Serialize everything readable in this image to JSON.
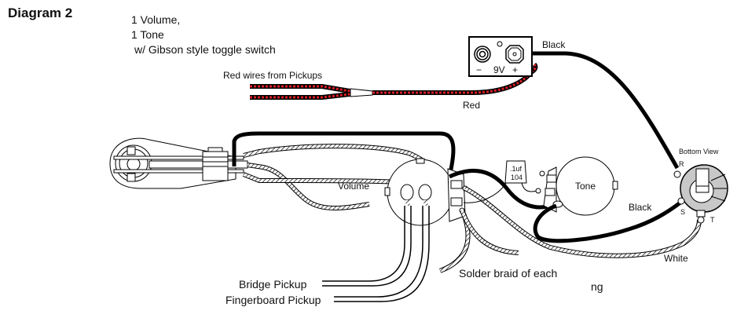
{
  "diagram": {
    "title": "Diagram 2",
    "subtitle_lines": [
      "1 Volume,",
      "1 Tone",
      "w/ Gibson style toggle switch"
    ],
    "labels": {
      "red_wires_from_pickups": "Red wires from Pickups",
      "red": "Red",
      "black_battery": "Black",
      "battery_minus": "−",
      "battery_voltage": "9V",
      "battery_plus": "+",
      "volume": "Volume",
      "tone": "Tone",
      "capacitor_value": ".1uf",
      "capacitor_code": "104",
      "bottom_view": "Bottom View",
      "jack_r": "R",
      "jack_s": "S",
      "jack_t": "T",
      "black_jack": "Black",
      "white": "White",
      "solder_braid": "Solder braid of each",
      "ng_fragment": "ng",
      "bridge_pickup": "Bridge Pickup",
      "fingerboard_pickup": "Fingerboard Pickup"
    },
    "colors": {
      "red_wire": "#d81f26",
      "black_wire": "#000000",
      "jack_shade": "#c8c8c8"
    }
  }
}
